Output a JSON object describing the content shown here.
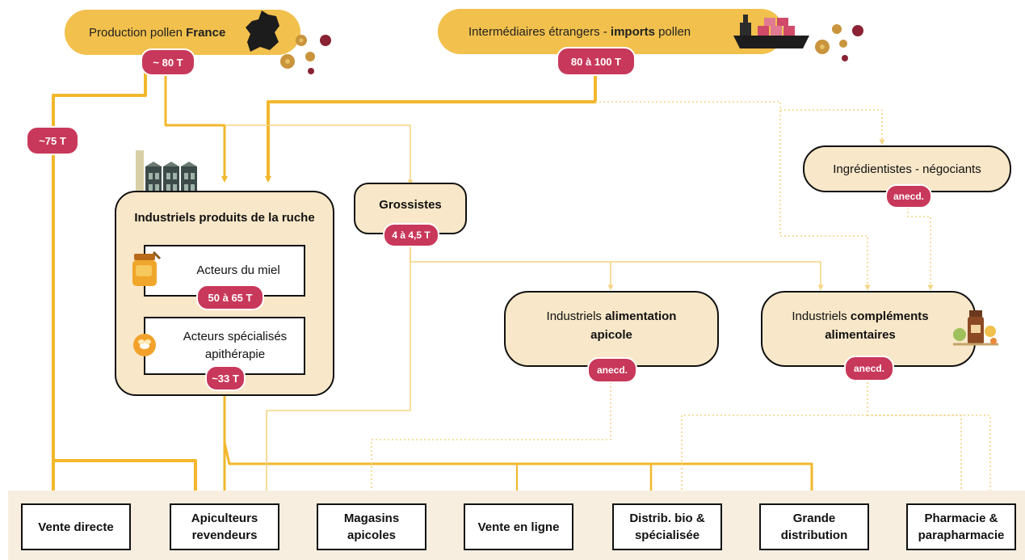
{
  "sources": {
    "france": {
      "text_prefix": "Production pollen ",
      "text_bold": "France",
      "quantity": "~ 80 T"
    },
    "imports": {
      "text_prefix": "Intermédiaires étrangers - ",
      "text_bold": "imports",
      "text_suffix": " pollen",
      "quantity": "80 à 100 T"
    }
  },
  "flow_labels": {
    "direct": "~75 T"
  },
  "nodes": {
    "industriels_ruche": {
      "title": "Industriels produits de la ruche",
      "acteurs_miel": {
        "label": "Acteurs du miel",
        "quantity": "50 à 65 T"
      },
      "acteurs_apitherapie": {
        "label": "Acteurs spécialisés apithérapie",
        "quantity": "~33 T"
      }
    },
    "grossistes": {
      "label": "Grossistes",
      "quantity": "4 à 4,5 T"
    },
    "ingredientistes": {
      "label": "Ingrédientistes - négociants",
      "quantity": "anecd."
    },
    "alimentation_apicole": {
      "text_prefix": "Industriels ",
      "text_bold_1": "alimentation",
      "text_bold_2": "apicole",
      "quantity": "anecd."
    },
    "complements": {
      "text_prefix": "Industriels ",
      "text_bold_1": "compléments",
      "text_bold_2": "alimentaires",
      "quantity": "anecd."
    }
  },
  "destinations": [
    {
      "label": "Vente directe"
    },
    {
      "label": "Apiculteurs revendeurs"
    },
    {
      "label": "Magasins apicoles"
    },
    {
      "label": "Vente en ligne"
    },
    {
      "label": "Distrib. bio & spécialisée"
    },
    {
      "label": "Grande distribution"
    },
    {
      "label": "Pharmacie & parapharmacie"
    }
  ],
  "colors": {
    "flow_main": "#f2b72c",
    "flow_light": "#f5d483",
    "source_pill": "#f2c04c",
    "node_fill": "#f8e7c8",
    "badge": "#c8385a",
    "band": "#f8eee0"
  },
  "icons": {
    "france_map": "france-map-icon",
    "ship": "cargo-ship-icon",
    "pollen": "pollen-grain-icon",
    "factory": "factory-icon",
    "honey": "honey-jar-icon",
    "bee": "bee-icon",
    "supplements": "supplement-bottles-icon"
  }
}
